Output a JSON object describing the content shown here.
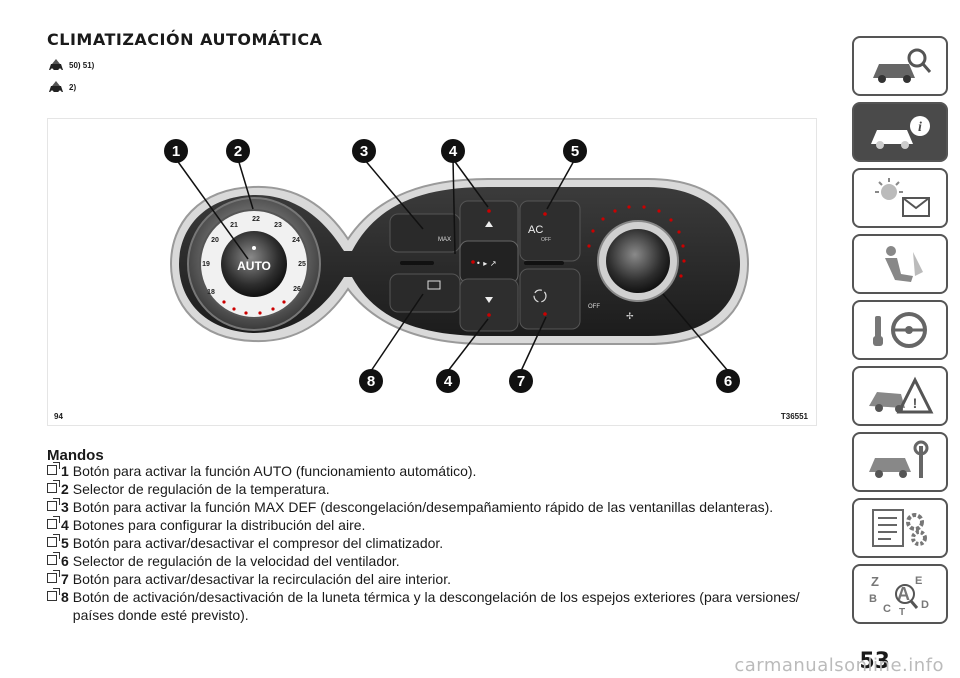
{
  "heading": "CLIMATIZACIÓN AUTOMÁTICA",
  "refs": [
    "50) 51)",
    "2)"
  ],
  "figure": {
    "number": "94",
    "code": "T36551",
    "knob_left_label": "AUTO",
    "temp_ticks": [
      "18",
      "19",
      "20",
      "21",
      "22",
      "23",
      "24",
      "25",
      "26"
    ],
    "button_labels": {
      "ac": "AC",
      "ac_off": "OFF",
      "max": "MAX",
      "fan_off": "OFF"
    },
    "callouts": [
      "1",
      "2",
      "3",
      "4",
      "5",
      "4",
      "7",
      "6",
      "8"
    ]
  },
  "controls": {
    "title": "Mandos",
    "items": [
      {
        "num": "1",
        "text": "Botón para activar la función AUTO (funcionamiento automático)."
      },
      {
        "num": "2",
        "text": "Selector de regulación de la temperatura."
      },
      {
        "num": "3",
        "text": "Botón para activar la función MAX DEF (descongelación/desempañamiento rápido de las ventanillas delanteras)."
      },
      {
        "num": "4",
        "text": "Botones para configurar la distribución del aire."
      },
      {
        "num": "5",
        "text": "Botón para activar/desactivar el compresor del climatizador."
      },
      {
        "num": "6",
        "text": "Selector de regulación de la velocidad del ventilador."
      },
      {
        "num": "7",
        "text": "Botón para activar/desactivar la recirculación del aire interior."
      },
      {
        "num": "8",
        "text": "Botón de activación/desactivación de la luneta térmica y la descongelación de los espejos exteriores (para versiones/ países donde esté previsto)."
      }
    ]
  },
  "sidebar": {
    "tabs": [
      {
        "icon": "car-search-icon",
        "active": false
      },
      {
        "icon": "car-info-icon",
        "active": true
      },
      {
        "icon": "light-message-icon",
        "active": false
      },
      {
        "icon": "airbag-seat-icon",
        "active": false
      },
      {
        "icon": "key-steering-icon",
        "active": false
      },
      {
        "icon": "car-warning-icon",
        "active": false
      },
      {
        "icon": "car-wrench-icon",
        "active": false
      },
      {
        "icon": "spec-gear-icon",
        "active": false
      },
      {
        "icon": "index-letters-icon",
        "active": false
      }
    ],
    "index_letters": [
      "Z",
      "E",
      "B",
      "A",
      "C",
      "D",
      "T"
    ]
  },
  "page_number": "53",
  "watermark": "carmanualsonline.info"
}
